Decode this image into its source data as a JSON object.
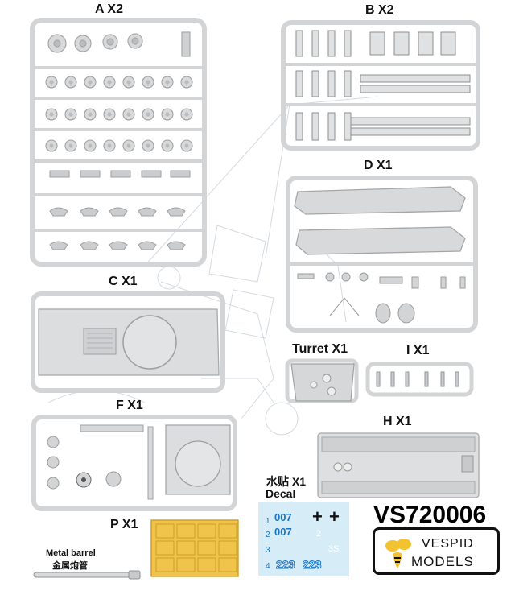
{
  "sprues": {
    "a": "A X2",
    "b": "B X2",
    "c": "C X1",
    "d": "D X1",
    "turret": "Turret X1",
    "i": "I X1",
    "f": "F X1",
    "h": "H X1",
    "p": "P X1"
  },
  "decal": {
    "title_cn": "水贴 X1",
    "title_en": "Decal",
    "marks": [
      "007",
      "007",
      "+",
      "+",
      "2",
      "3",
      "S",
      "223",
      "223"
    ]
  },
  "barrel": {
    "label_en": "Metal barrel",
    "label_cn": "金属炮管"
  },
  "product_code": "VS720006",
  "brand": {
    "line1": "VESPID",
    "line2": "MODELS",
    "accent": "#f2c230"
  },
  "colors": {
    "plastic": "#d9dadb",
    "plastic_edge": "#b9bbbd",
    "photoetch": "#f0c34a",
    "decal_bg": "#d6ecf7",
    "decal_ink": "#1a76c2"
  }
}
